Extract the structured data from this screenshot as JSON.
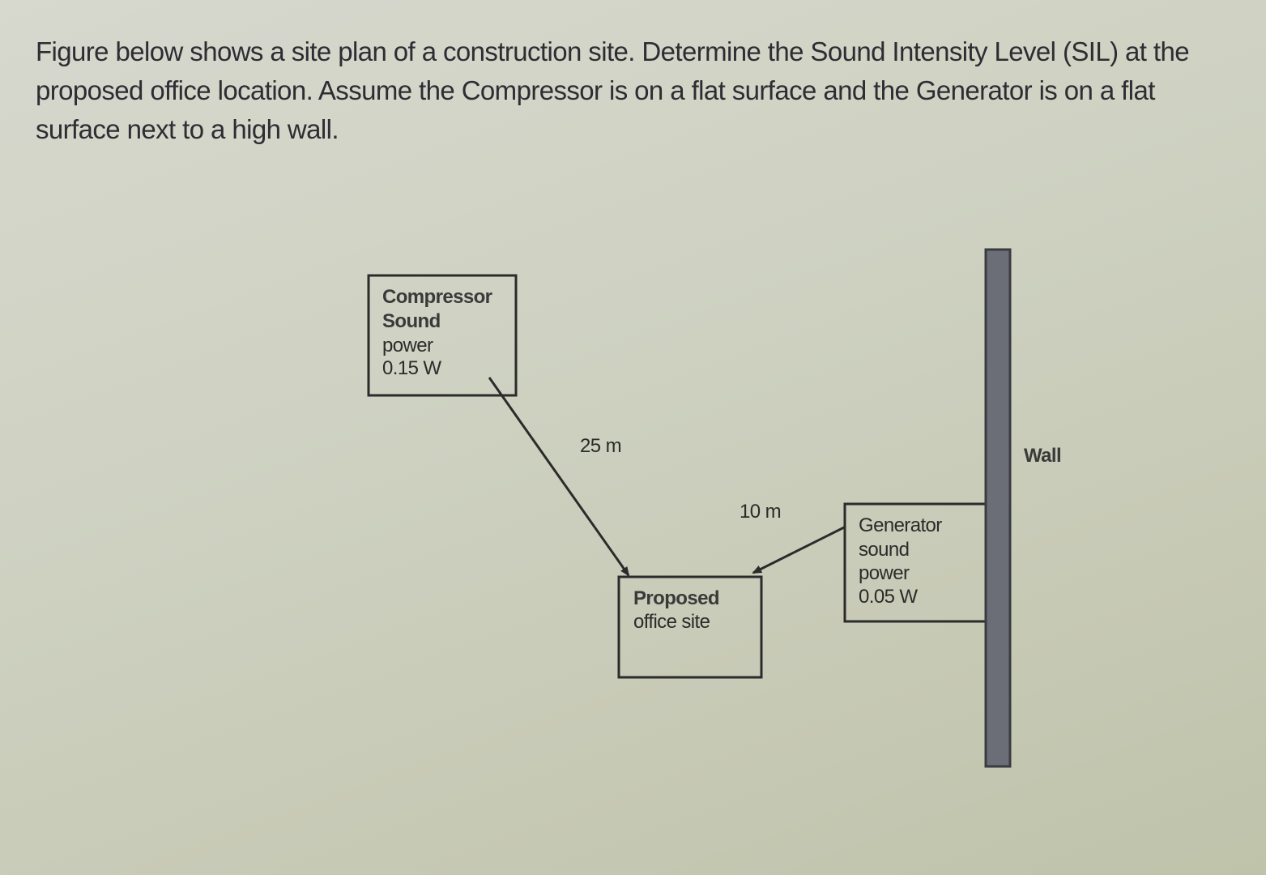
{
  "question": "Figure below shows a site plan of a construction site. Determine the Sound Intensity Level (SIL) at the proposed office location. Assume the Compressor is on a flat surface and the Generator is on a flat surface next to a high wall.",
  "diagram": {
    "compressor": {
      "lines": [
        "Compressor",
        "Sound",
        "power",
        "0.15 W"
      ]
    },
    "office": {
      "lines": [
        "Proposed",
        "office site"
      ]
    },
    "generator": {
      "lines": [
        "Generator",
        "sound",
        "power",
        "0.05 W"
      ]
    },
    "wall_label": "Wall",
    "distance_compressor": "25 m",
    "distance_generator": "10 m",
    "colors": {
      "wall_fill": "#6b6e76",
      "line": "#2b2b2b"
    }
  }
}
